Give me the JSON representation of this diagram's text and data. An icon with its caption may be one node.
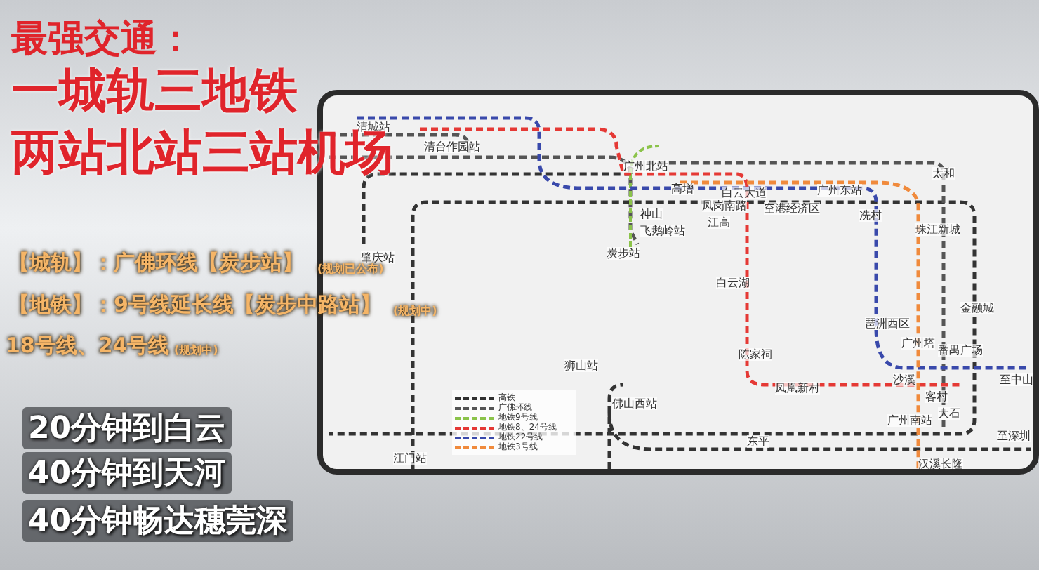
{
  "diagram": {
    "title": "最强交通：",
    "labels": [
      "一城轨三地铁",
      "两站北站三站机场",
      "【城轨】：广佛环线【炭步站】",
      "(规划已公布)",
      "【地铁】：9号线延长线【炭步中路站】",
      "(规划中)",
      "18号线、24号线",
      "(规划中)",
      "20分钟到白云",
      "40分钟到天河",
      "40分钟畅达穗莞深",
      "清城站",
      "清台作园站",
      "肇庆站",
      "广州北站",
      "高增",
      "白云大道",
      "广州东站",
      "太和",
      "凤岗南路",
      "空港经济区",
      "江高",
      "神山",
      "飞鹅岭站",
      "冼村",
      "珠江新城",
      "炭步站",
      "白云湖",
      "琶洲西区",
      "金融城",
      "广州塔",
      "陈家祠",
      "番禺广场",
      "沙溪",
      "至中山",
      "狮山站",
      "凤凰新村",
      "客村",
      "佛山西站",
      "大石",
      "广州南站",
      "东平",
      "至深圳",
      "汉溪长隆",
      "江门站"
    ],
    "legend": [
      {
        "text": "高铁"
      },
      {
        "text": "广佛环线"
      },
      {
        "text": "地铁9号线"
      },
      {
        "text": "地铁8、24号线"
      },
      {
        "text": "地铁22号线"
      },
      {
        "text": "地铁3号线"
      }
    ]
  }
}
